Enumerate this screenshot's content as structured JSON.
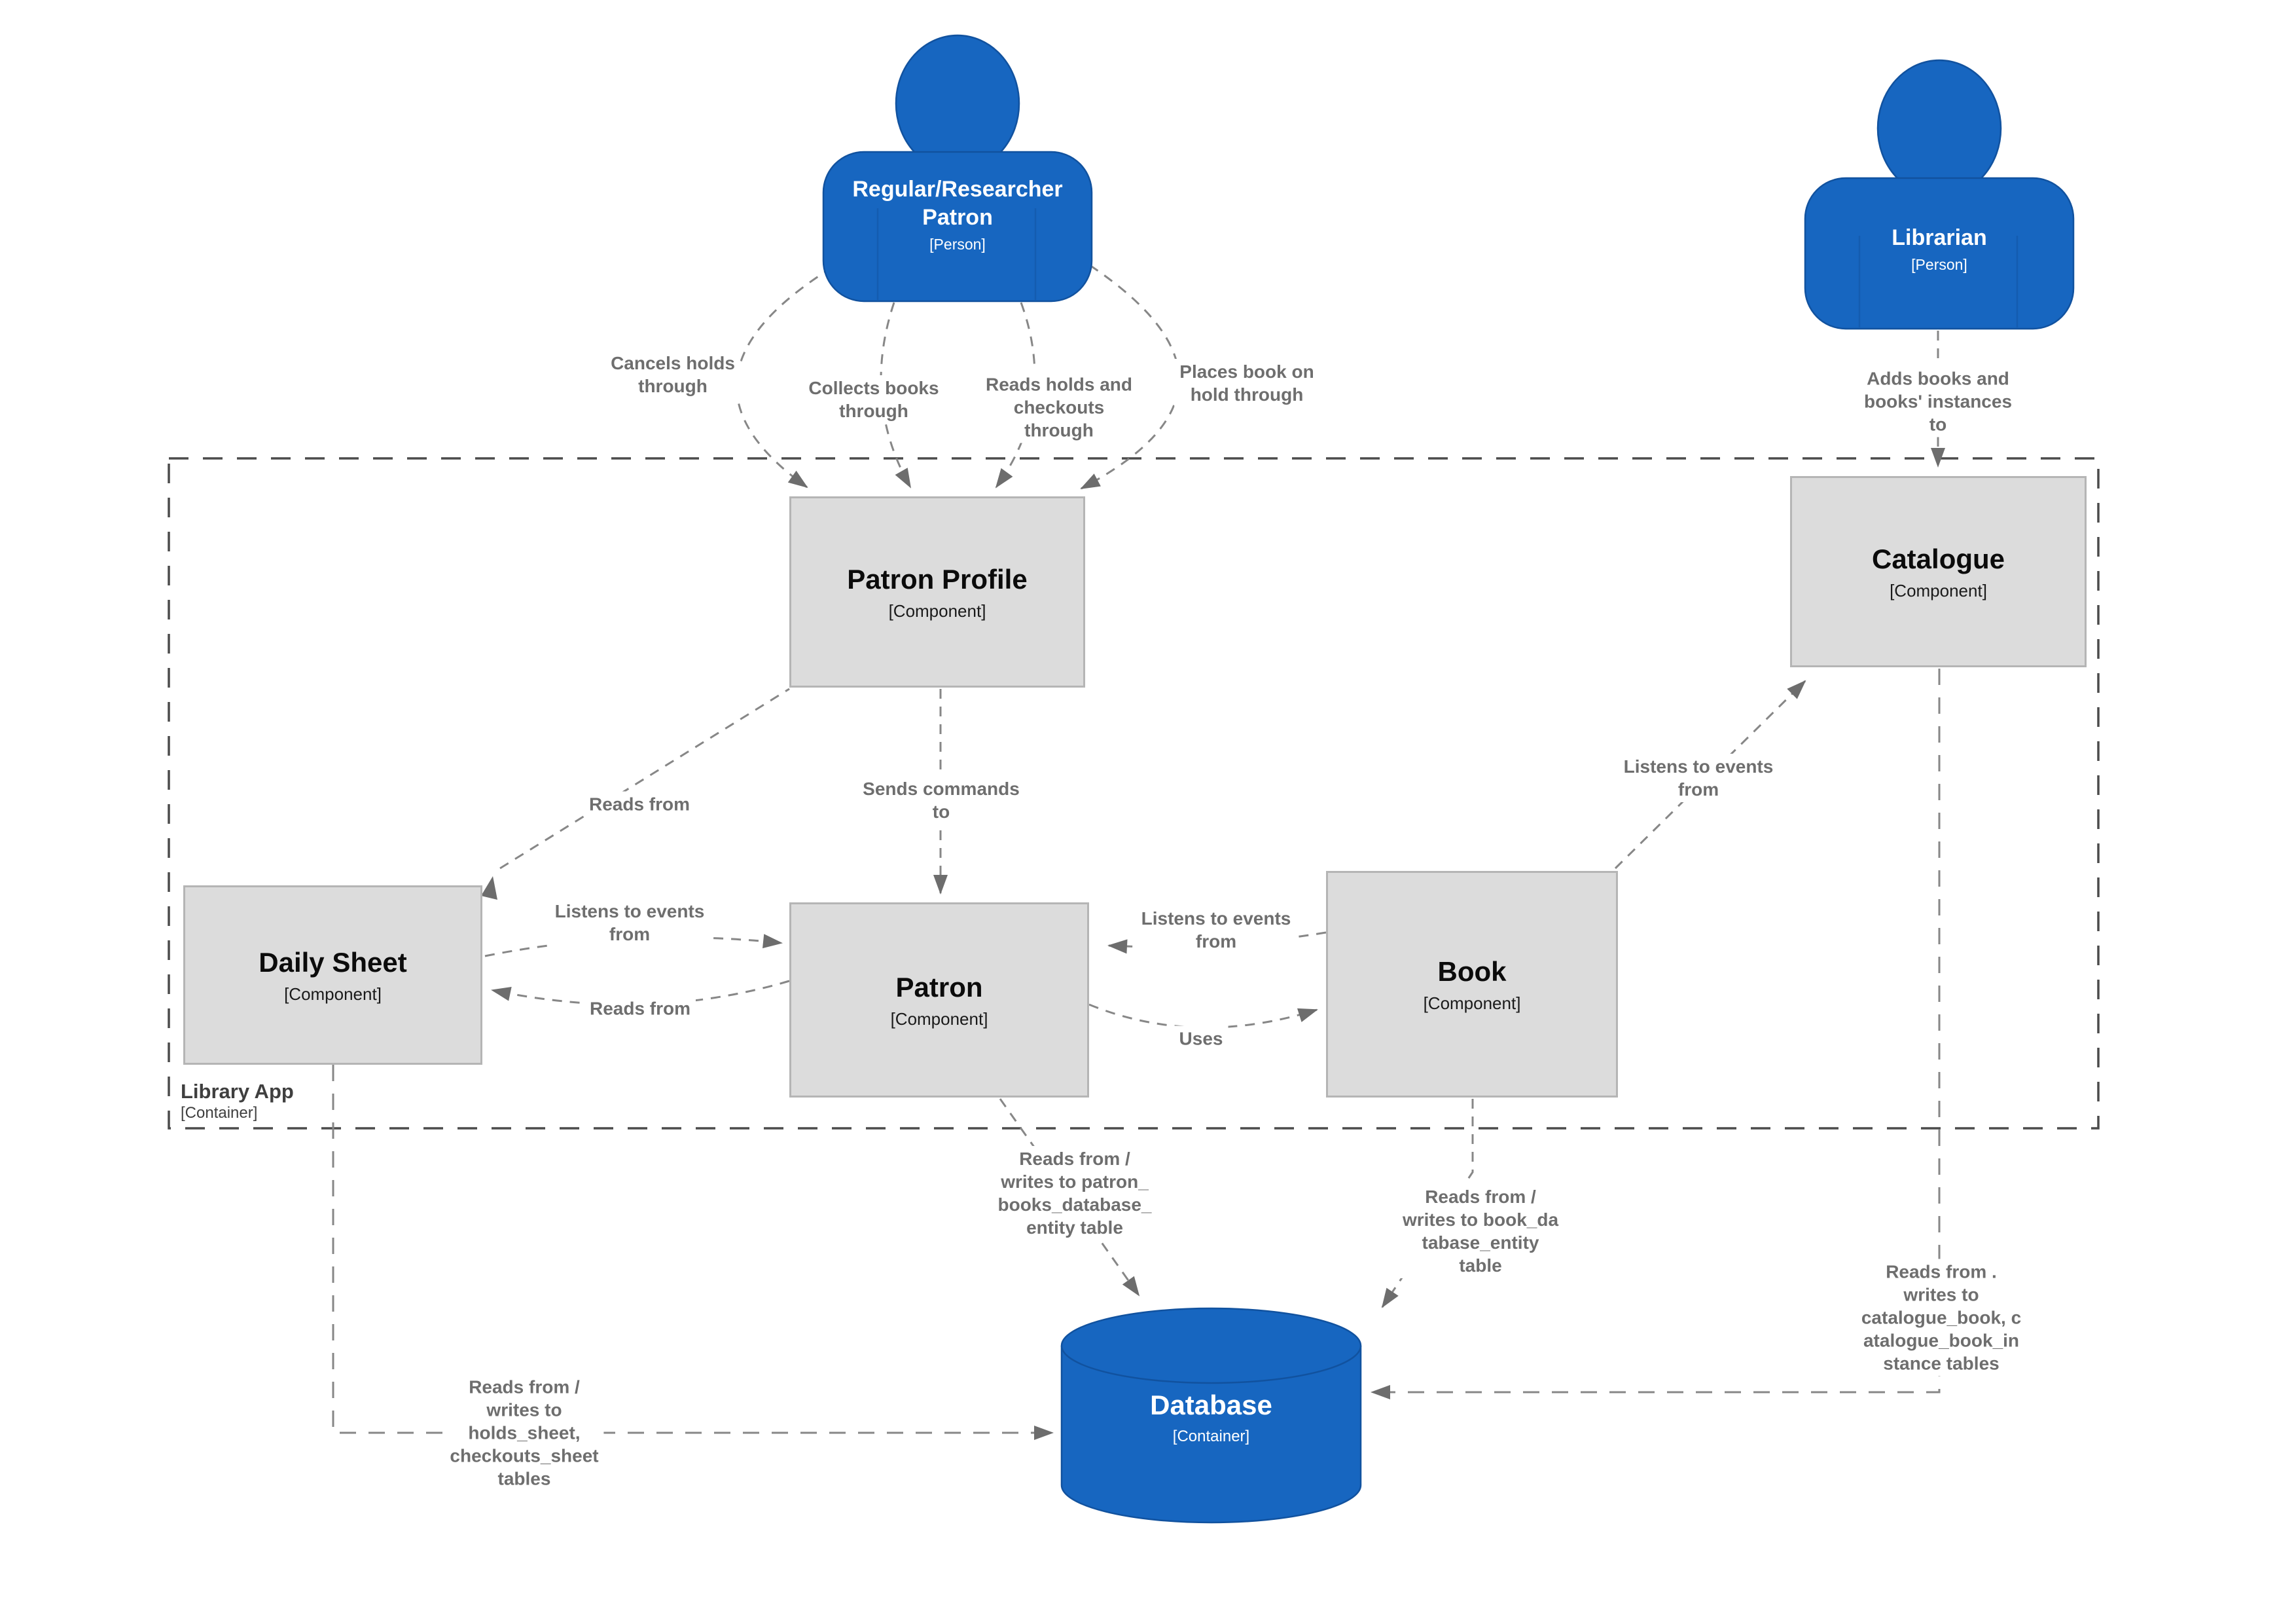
{
  "people": {
    "patron_person": {
      "name": "Regular/Researcher\nPatron",
      "type": "[Person]"
    },
    "librarian": {
      "name": "Librarian",
      "type": "[Person]"
    }
  },
  "boundary": {
    "name": "Library App",
    "type": "[Container]"
  },
  "components": {
    "patron_profile": {
      "name": "Patron Profile",
      "type": "[Component]"
    },
    "catalogue": {
      "name": "Catalogue",
      "type": "[Component]"
    },
    "daily_sheet": {
      "name": "Daily Sheet",
      "type": "[Component]"
    },
    "patron": {
      "name": "Patron",
      "type": "[Component]"
    },
    "book": {
      "name": "Book",
      "type": "[Component]"
    }
  },
  "database": {
    "name": "Database",
    "type": "[Container]"
  },
  "edge_labels": {
    "cancels_holds": "Cancels holds\nthrough",
    "collects_books": "Collects books\nthrough",
    "reads_holds": "Reads holds and\ncheckouts\nthrough",
    "places_hold": "Places book on\nhold through",
    "adds_books": "Adds books and\nbooks' instances\nto",
    "reads_from_profile": "Reads from",
    "sends_commands": "Sends commands\nto",
    "listens_catalogue": "Listens to events\nfrom",
    "listens_daily_sheet": "Listens to events\nfrom",
    "reads_from_daily": "Reads from",
    "listens_patron_book": "Listens to events\nfrom",
    "uses": "Uses",
    "db_patron": "Reads from /\nwrites to patron_\nbooks_database_\nentity table",
    "db_book": "Reads from /\nwrites to book_da\ntabase_entity\ntable",
    "db_daily_sheet": "Reads from /\nwrites to\nholds_sheet,\ncheckouts_sheet\ntables",
    "db_catalogue": "Reads from .\nwrites to\ncatalogue_book, c\natalogue_book_in\nstance tables"
  },
  "colors": {
    "person_fill": "#1766C0",
    "person_stroke": "#11529F",
    "component_fill": "#DCDCDC",
    "component_stroke": "#B5B5B5",
    "database_fill": "#1766C0",
    "edge_line": "#878787",
    "arrowhead": "#6D6D6D",
    "edge_label_text": "#6E6E6E",
    "boundary_line": "#4B4B4B"
  }
}
